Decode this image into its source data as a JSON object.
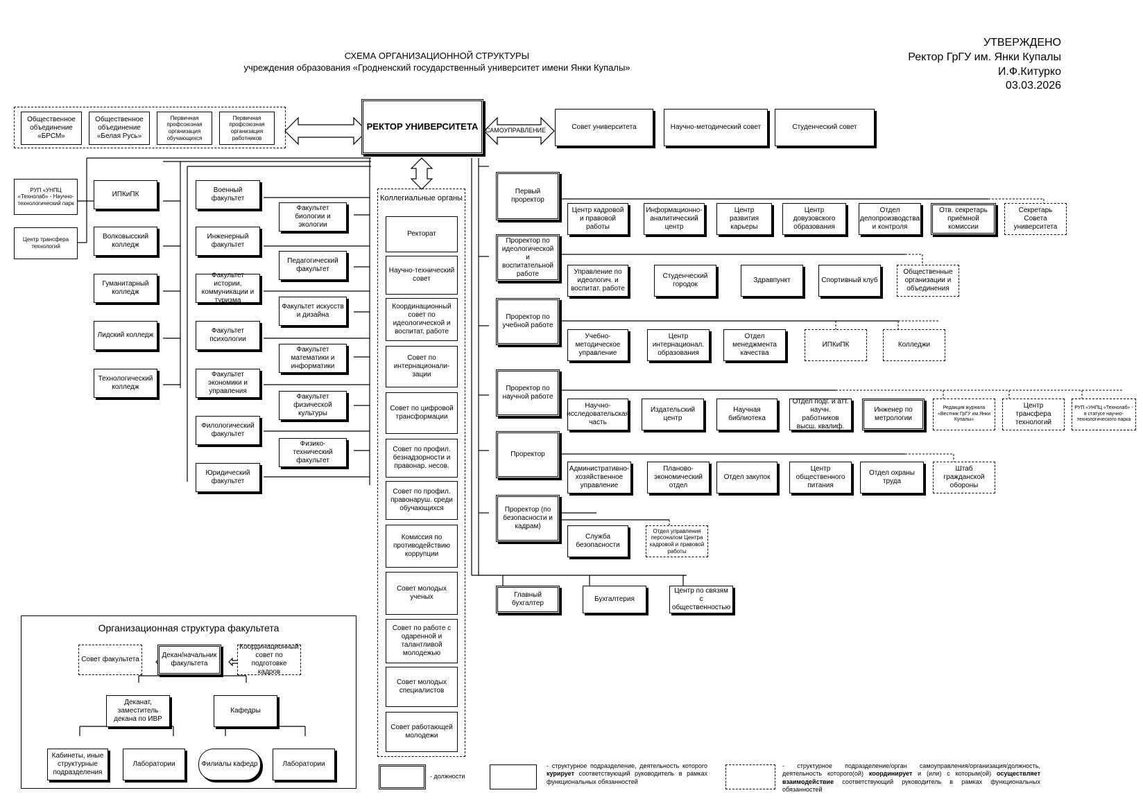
{
  "header": {
    "title": "СХЕМА ОРГАНИЗАЦИОННОЙ СТРУКТУРЫ",
    "subtitle": "учреждения образования «Гродненский государственный университет имени Янки Купалы»"
  },
  "approval": {
    "line1": "УТВЕРЖДЕНО",
    "line2": "Ректор ГрГУ им. Янки Купалы",
    "line3": "И.Ф.Китурко",
    "line4": "03.03.2026"
  },
  "rector": "РЕКТОР УНИВЕРСИТЕТА",
  "selfgov_label": "САМОУПРАВЛЕНИЕ",
  "public_orgs": [
    "Общественное объединение «БРСМ»",
    "Общественное объединение «Белая Русь»",
    "Первичная профсоюзная организация обучающихся",
    "Первичная профсоюзная организация работников"
  ],
  "councils": [
    "Совет университета",
    "Научно-методический совет",
    "Студенческий совет"
  ],
  "left_units": {
    "rup": "РУП «УНПЦ «Технолаб» - Научно-технологический парк",
    "transfer": "Центр трансфера технологий",
    "colleges": [
      "ИПКиПК",
      "Волковысский колледж",
      "Гуманитарный колледж",
      "Лидский колледж",
      "Технологический колледж"
    ]
  },
  "faculties_left": [
    "Военный факультет",
    "Инженерный факультет",
    "Факультет истории, коммуникации и туризма",
    "Факультет психологии",
    "Факультет экономики и управления",
    "Филологический факультет",
    "Юридический факультет"
  ],
  "faculties_right": [
    "Факультет биологии и экологии",
    "Педагогический факультет",
    "Факультет искусств и дизайна",
    "Факультет математики и информатики",
    "Факультет физической культуры",
    "Физико-технический факультет"
  ],
  "collegial": {
    "title": "Коллегиальные органы",
    "items": [
      "Ректорат",
      "Научно-технический совет",
      "Координационный совет по идеологической и воспитат. работе",
      "Совет по интернационали-зации",
      "Совет по цифровой трансформации",
      "Совет по профил. безнадзорности и правонар. несов.",
      "Совет по профил. правонаруш. среди обучающихся",
      "Комиссия по противодействию коррупции",
      "Совет молодых ученых",
      "Совет по работе с одаренной и талантливой молодежью",
      "Совет молодых специалистов",
      "Совет работающей молодежи"
    ]
  },
  "prorectors": [
    {
      "name": "Первый проректор",
      "units": [
        "Центр кадровой и правовой работы",
        "Информационно-аналитический центр",
        "Центр развития карьеры",
        "Центр довузовского образования",
        "Отдел делопроизводства и контроля",
        "Отв. секретарь приёмной комиссии"
      ],
      "dashed": [
        "Секретарь Совета университета"
      ]
    },
    {
      "name": "Проректор по идеологической и воспитательной работе",
      "units": [
        "Управление по идеологич. и воспитат. работе",
        "Студенческий городок",
        "Здравпункт",
        "Спортивный клуб"
      ],
      "dashed": [
        "Общественные организации и объединения"
      ]
    },
    {
      "name": "Проректор по учебной работе",
      "units": [
        "Учебно-методическое управление",
        "Центр интернационал. образования",
        "Отдел менеджмента качества"
      ],
      "dashed": [
        "ИПКиПК",
        "Колледжи"
      ]
    },
    {
      "name": "Проректор по научной работе",
      "units": [
        "Научно-исследовательская часть",
        "Издательский центр",
        "Научная библиотека",
        "Отдел подг. и атт. научн. работников высш. квалиф.",
        "Инженер по метрологии"
      ],
      "dashed": [
        "Редакция журнала «Вестник ГрГУ им.Янки Купалы»",
        "Центр трансфера технологий",
        "РУП «УНПЦ «Технолаб» - в статусе научно-технологического парка"
      ]
    },
    {
      "name": "Проректор",
      "units": [
        "Административно-хозяйственное управление",
        "Планово-экономический отдел",
        "Отдел закупок",
        "Центр общественного питания",
        "Отдел охраны труда"
      ],
      "dashed": [
        "Штаб гражданской обороны"
      ]
    },
    {
      "name": "Проректор (по безопасности и кадрам)",
      "units": [
        "Служба безопасности"
      ],
      "dashed": [
        "Отдел управления персоналом Центра кадровой и правовой работы"
      ]
    }
  ],
  "bottom_units": [
    "Главный бухгалтер",
    "Бухгалтерия",
    "Центр по связям с общественностью"
  ],
  "faculty_structure": {
    "title": "Организационная структура факультета",
    "dean": "Декан/начальник факультета",
    "council": "Совет факультета",
    "coord": "Координационный совет по подготовке кадров",
    "deanery": "Деканат, заместитель декана по ИВР",
    "departments": "Кафедры",
    "cabinets": "Кабинеты, иные структурные подразделения",
    "labs1": "Лаборатории",
    "branches": "Филиалы кафедр",
    "labs2": "Лаборатории"
  },
  "legend": {
    "positions": "- должности",
    "curated_1": "- структурное подразделение, деятельность которого ",
    "curated_bold": "курирует",
    "curated_2": " соответствующий руководитель в рамках функциональных обязанностей",
    "coord_1": "- структурное подразделение/орган самоуправления/организация/должность, деятельность которого(ой) ",
    "coord_bold1": "координирует",
    "coord_2": " и (или) с которым(ой) ",
    "coord_bold2": "осуществляет взаимодействие",
    "coord_3": " соответствующий руководитель в рамках функциональных обязанностей"
  }
}
